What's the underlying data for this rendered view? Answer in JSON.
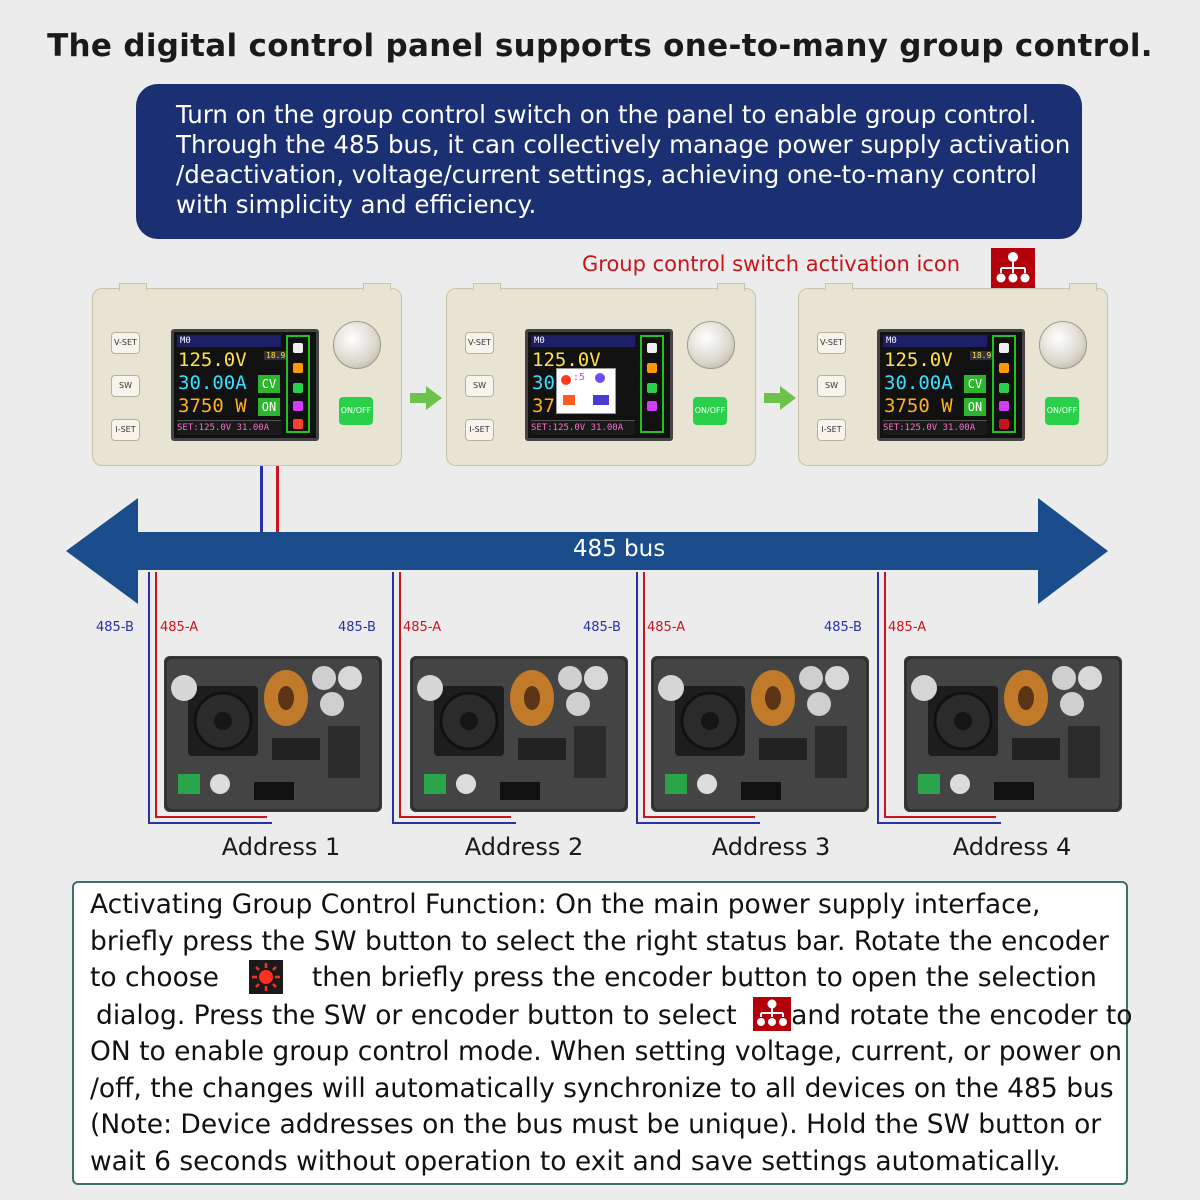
{
  "title": "The digital control panel supports one-to-many group control.",
  "info_lines": [
    "Turn on the group control switch on the panel to enable group control.",
    "Through the 485 bus, it can collectively manage power supply activation",
    "/deactivation, voltage/current settings, achieving one-to-many control",
    "with simplicity and efficiency."
  ],
  "switch_caption": "Group control switch activation icon",
  "device": {
    "btn_vset": "V-SET",
    "btn_sw": "SW",
    "btn_iset": "I-SET",
    "onoff": "ON/OFF",
    "mode": "M0",
    "voltage": "125.0V",
    "current": "30.00A",
    "power": "3750 W",
    "cv": "CV",
    "on": "ON",
    "temp": "18.9",
    "set_line": "SET:125.0V 31.00A",
    "popup_value": ":5"
  },
  "bus_label": "485 bus",
  "line_b": "485-B",
  "line_a": "485-A",
  "addresses": [
    "Address 1",
    "Address 2",
    "Address 3",
    "Address 4"
  ],
  "instructions": {
    "l1": "Activating Group Control Function:  On the main power supply interface,",
    "l2": "briefly press the SW button to select the right status bar. Rotate the encoder",
    "l3a": "to choose",
    "l3b": "then briefly press the encoder button to open the selection",
    "l4a": "dialog. Press the SW or encoder button to select",
    "l4b": "and rotate the encoder to",
    "l5": "ON to enable group control mode. When setting voltage, current, or power on",
    "l6": "/off, the changes will automatically synchronize to all devices on the 485 bus",
    "l7": "(Note: Device addresses on the bus must be unique). Hold the SW button or",
    "l8": "wait 6 seconds without operation to exit and save settings automatically."
  },
  "colors": {
    "title_box": "#1b2f73",
    "bus": "#1b4d8c",
    "caption_red": "#c8141c",
    "wire_blue": "#2831a6",
    "wire_red": "#c8141c",
    "screen_green": "#22c022"
  },
  "icons": [
    "group-control-icon",
    "settings-sun-icon",
    "arrow-right-icon"
  ]
}
